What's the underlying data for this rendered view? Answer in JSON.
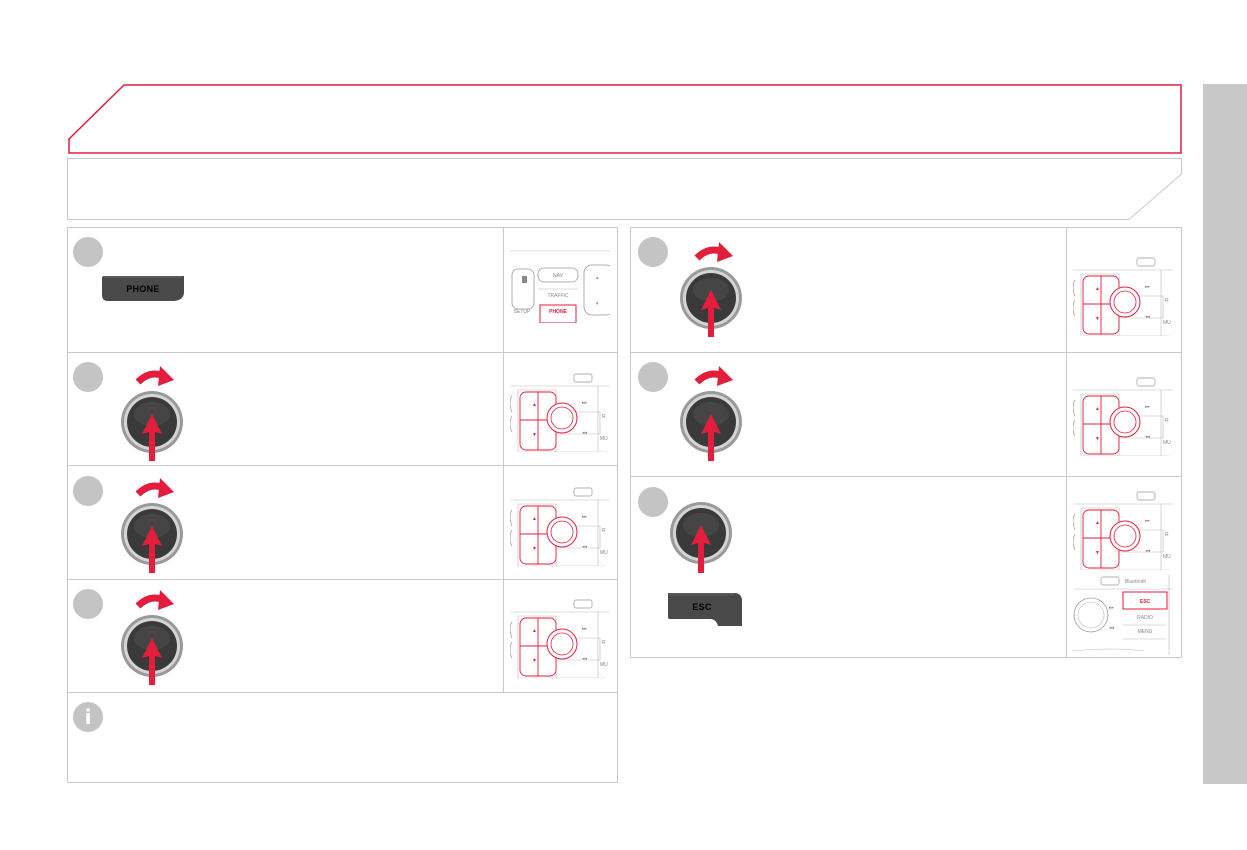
{
  "colors": {
    "accent": "#e31e3c",
    "knob_dark": "#3a3a3a",
    "rule": "#c9c9c9",
    "side_tab": "#c8c8c8",
    "step_badge": "#c4c4c4"
  },
  "buttons": {
    "phone_label": "PHONE",
    "esc_label": "ESC"
  },
  "thumbnails": {
    "phone_panel": {
      "nav": "NAV",
      "traffic": "TRAFFIC",
      "setup": "SETUP",
      "phone": "PHONE"
    },
    "control_pad": {
      "fwd": "▸▸",
      "rew": "◂◂",
      "r_label": "R",
      "mu_label": "MU"
    },
    "esc_panel": {
      "bluetooth": "Bluetooth",
      "esc": "ESC",
      "radio": "RADIO",
      "menu": "MENU"
    }
  },
  "icons": {
    "info": "i"
  }
}
